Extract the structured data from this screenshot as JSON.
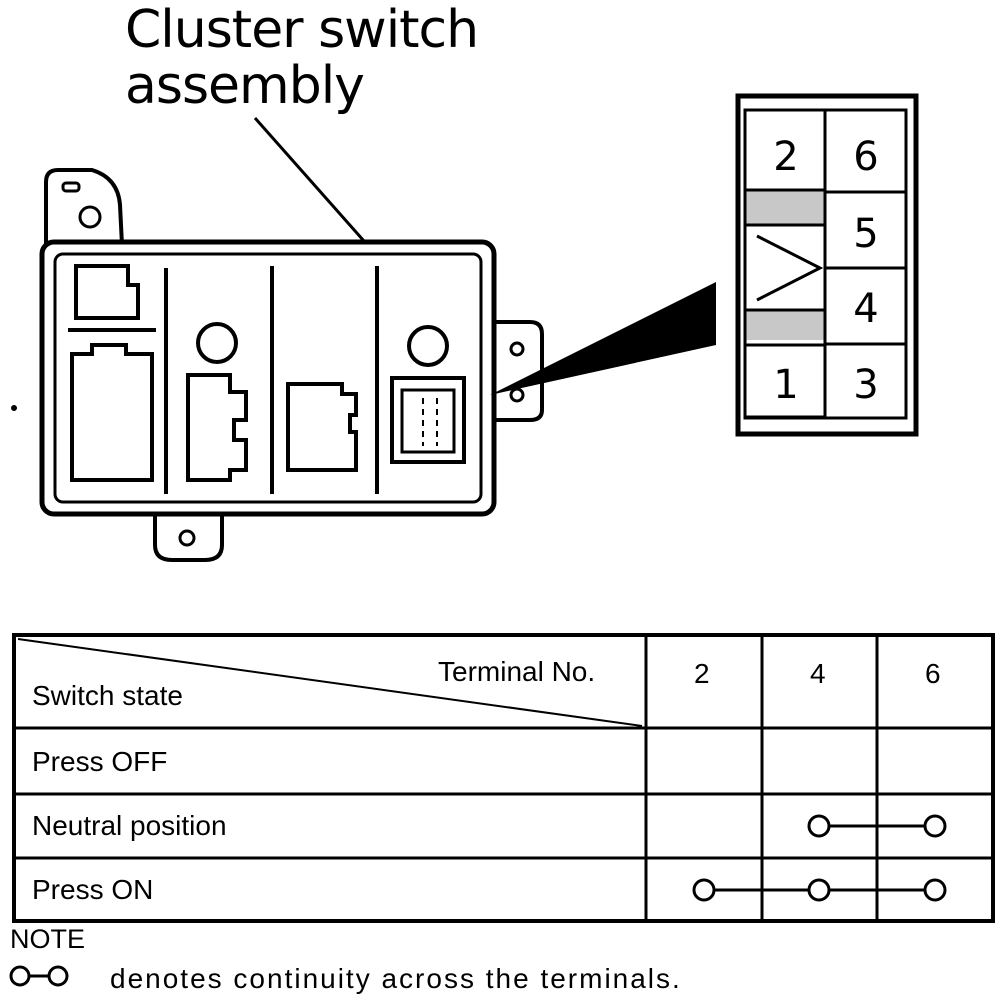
{
  "diagram": {
    "title_line1": "Cluster switch",
    "title_line2": "assembly",
    "terminal_grid": {
      "left_column": [
        "2",
        "1"
      ],
      "right_column": [
        "6",
        "5",
        "4",
        "3"
      ]
    }
  },
  "table": {
    "header_terminal": "Terminal No.",
    "header_switch_state": "Switch state",
    "terminal_columns": [
      "2",
      "4",
      "6"
    ],
    "rows": [
      {
        "label": "Press OFF",
        "continuity": []
      },
      {
        "label": "Neutral position",
        "continuity": [
          "4",
          "6"
        ]
      },
      {
        "label": "Press ON",
        "continuity": [
          "2",
          "4",
          "6"
        ]
      }
    ]
  },
  "note": {
    "title": "NOTE",
    "text": "denotes continuity across the terminals."
  }
}
